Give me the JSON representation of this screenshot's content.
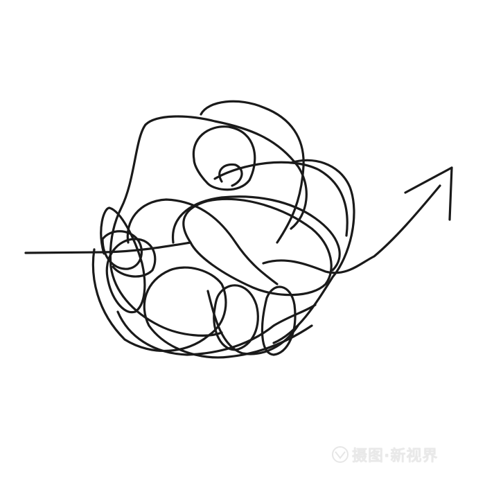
{
  "illustration": {
    "subject": "tangled scribble line ending in arrow",
    "stroke_color": "#1a1a1a",
    "background_color": "#ffffff",
    "icons": [
      "scribble-tangle",
      "arrow-icon"
    ]
  },
  "watermark": {
    "text": "摄图·新视界",
    "icon": "camera-aperture-icon",
    "color": "#e9e9e9"
  }
}
